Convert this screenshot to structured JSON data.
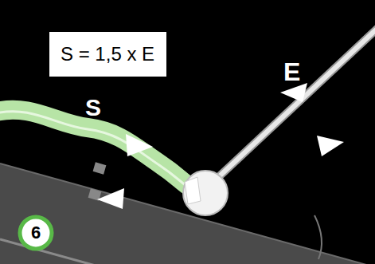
{
  "diagram": {
    "nodes": [
      {
        "text": [
          "S = 1,5 x E"
        ]
      }
    ],
    "labels": [
      "S",
      "E",
      "6"
    ]
  }
}
